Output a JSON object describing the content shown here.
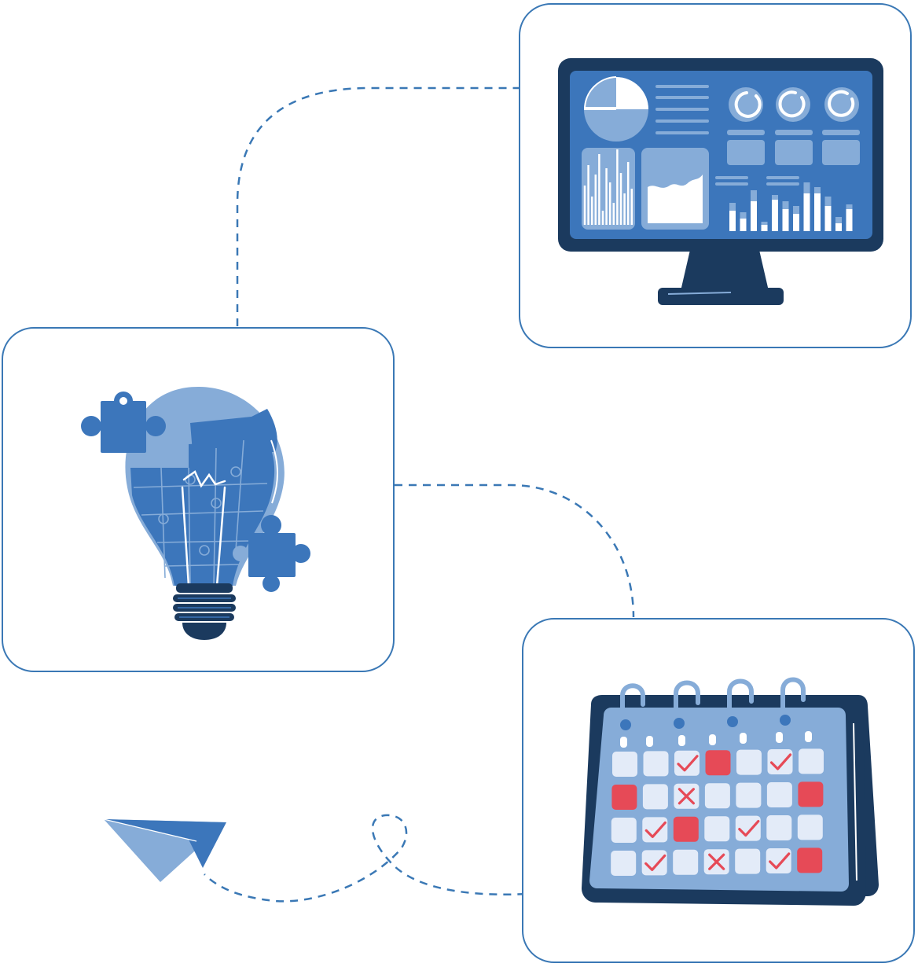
{
  "colors": {
    "frame_stroke": "#3a78b5",
    "dashed_path": "#3a78b5",
    "navy": "#1b3a5e",
    "mid_blue": "#3c76bb",
    "light_blue": "#86acd8",
    "pale_blue": "#e3ebf8",
    "accent_red": "#e64a57",
    "white": "#ffffff"
  },
  "icons": {
    "dashboard": "computer-monitor-dashboard-icon",
    "idea": "lightbulb-puzzle-icon",
    "calendar": "calendar-schedule-icon",
    "send": "paper-plane-icon"
  },
  "calendar": {
    "grid": [
      [
        "plain",
        "plain",
        "check",
        "red",
        "plain",
        "check",
        "plain"
      ],
      [
        "red",
        "plain",
        "cross",
        "plain",
        "plain",
        "plain",
        "red"
      ],
      [
        "plain",
        "check",
        "red",
        "plain",
        "check",
        "plain",
        "plain"
      ],
      [
        "plain",
        "check",
        "plain",
        "cross",
        "plain",
        "check",
        "red"
      ]
    ]
  }
}
